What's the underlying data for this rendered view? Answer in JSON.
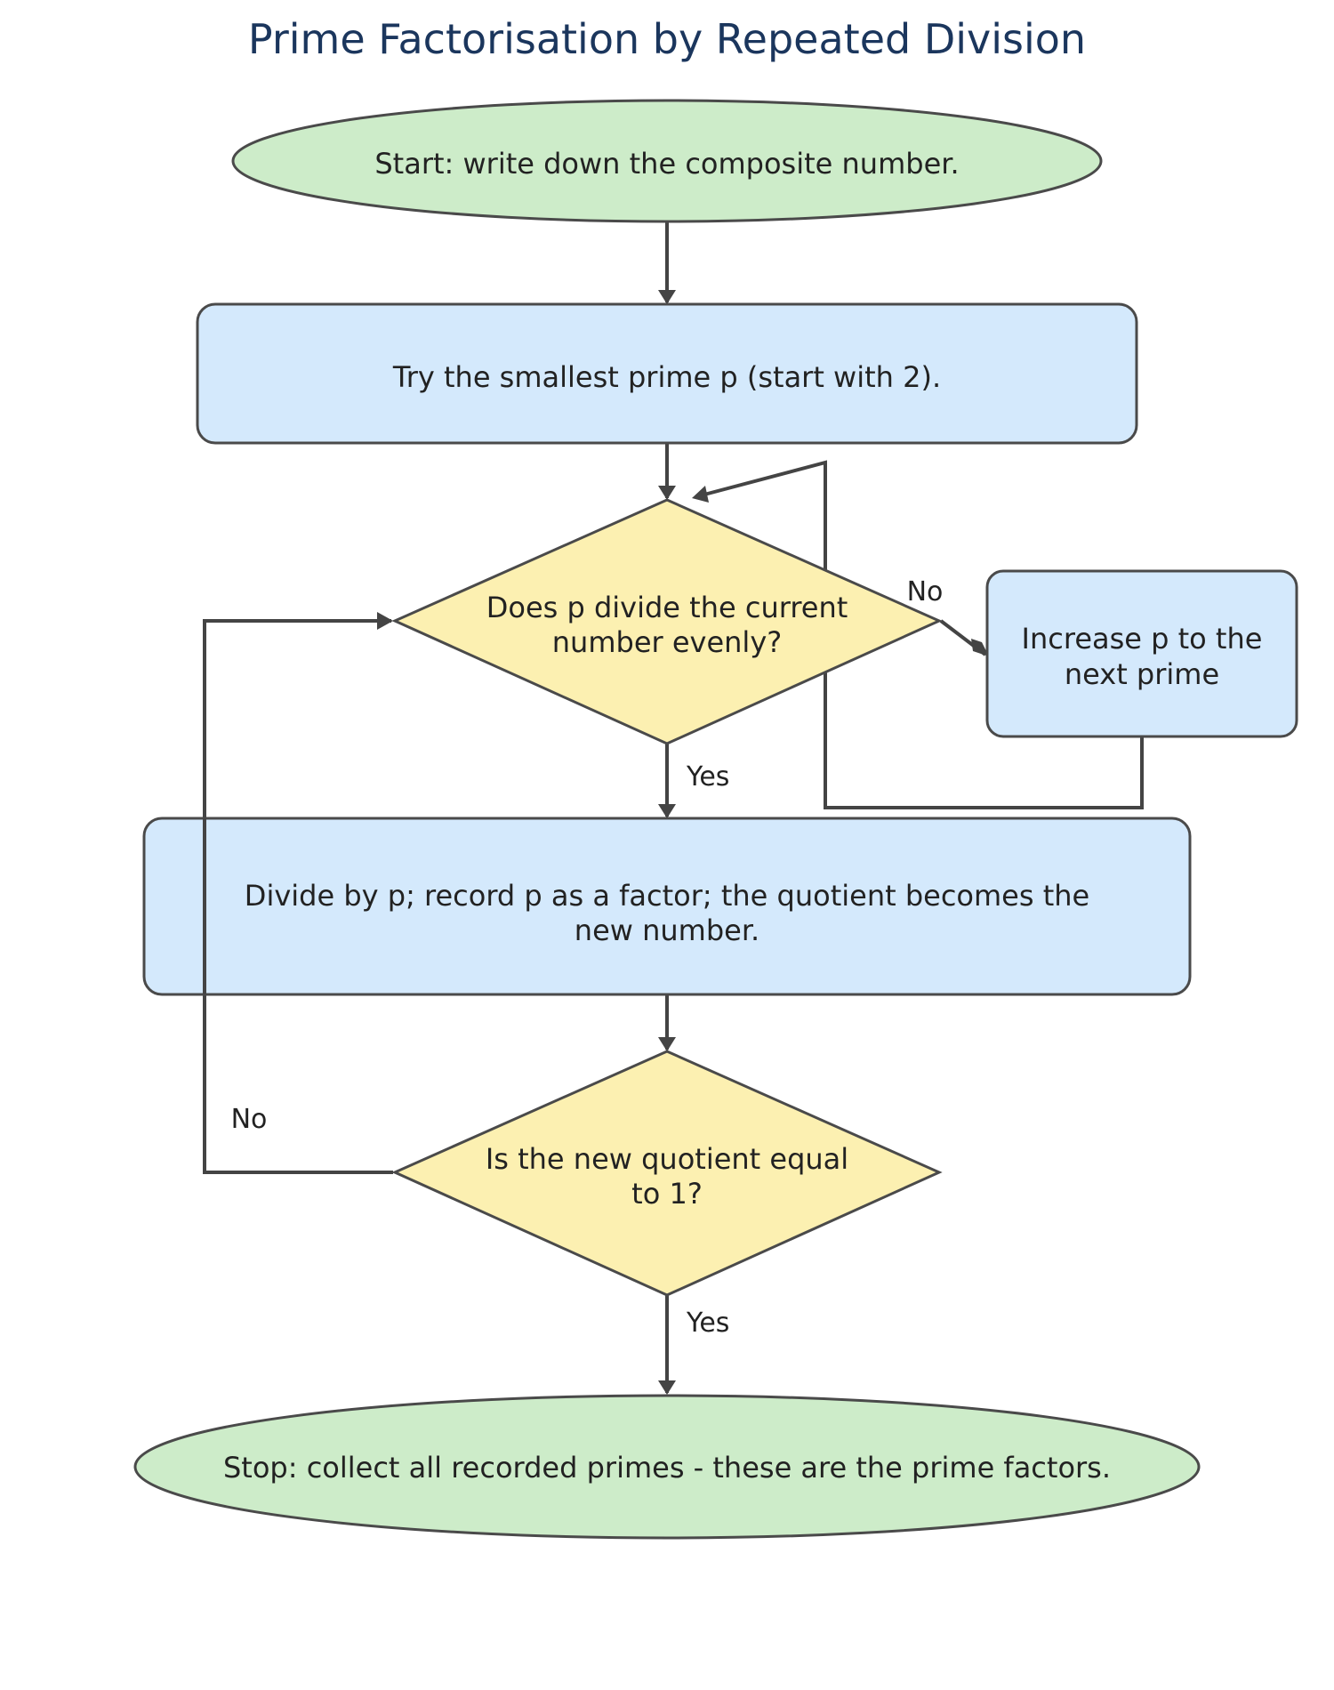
{
  "title": "Prime Factorisation by Repeated Division",
  "colors": {
    "title": "#1b365d",
    "terminal_fill": "#cdecc9",
    "process_fill": "#d4e9fc",
    "decision_fill": "#fcf0b1",
    "stroke": "#4a4a4a",
    "edge": "#444444",
    "text": "#222222"
  },
  "nodes": {
    "start": {
      "shape": "ellipse",
      "lines": [
        "Start: write down the composite number."
      ]
    },
    "try_prime": {
      "shape": "rounded-rect",
      "lines": [
        "Try the smallest prime p (start with 2)."
      ]
    },
    "divides_check": {
      "shape": "diamond",
      "lines": [
        "Does p divide the current",
        "number evenly?"
      ]
    },
    "increase_p": {
      "shape": "rounded-rect",
      "lines": [
        "Increase p to the",
        "next prime"
      ]
    },
    "divide": {
      "shape": "rounded-rect",
      "lines": [
        "Divide by p; record p as a factor; the quotient becomes the",
        "new number."
      ]
    },
    "quotient_check": {
      "shape": "diamond",
      "lines": [
        "Is the new quotient equal",
        "to 1?"
      ]
    },
    "stop": {
      "shape": "ellipse",
      "lines": [
        "Stop: collect all recorded primes - these are the prime factors."
      ]
    }
  },
  "edges": {
    "start_to_try": {
      "from": "start",
      "to": "try_prime",
      "label": ""
    },
    "try_to_check": {
      "from": "try_prime",
      "to": "divides_check",
      "label": ""
    },
    "check_no": {
      "from": "divides_check",
      "to": "increase_p",
      "label": "No"
    },
    "increase_back": {
      "from": "increase_p",
      "to": "divides_check",
      "label": ""
    },
    "check_yes": {
      "from": "divides_check",
      "to": "divide",
      "label": "Yes"
    },
    "divide_to_quotient": {
      "from": "divide",
      "to": "quotient_check",
      "label": ""
    },
    "quotient_no": {
      "from": "quotient_check",
      "to": "divides_check",
      "label": "No"
    },
    "quotient_yes": {
      "from": "quotient_check",
      "to": "stop",
      "label": "Yes"
    }
  }
}
